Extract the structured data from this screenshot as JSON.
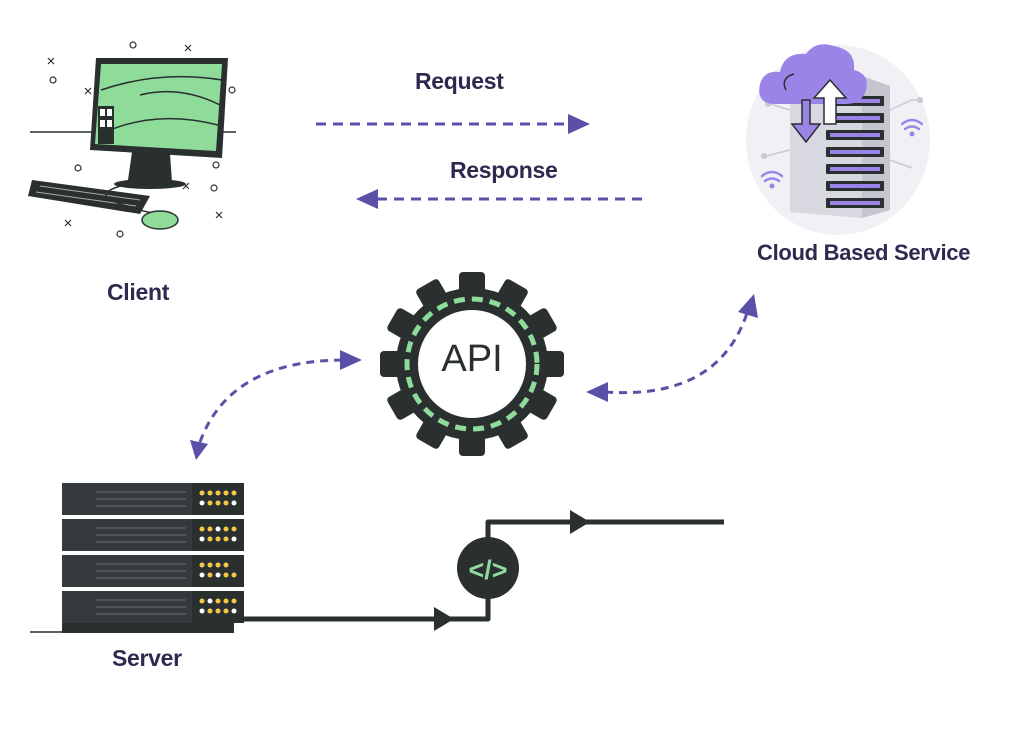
{
  "labels": {
    "request": "Request",
    "response": "Response",
    "client": "Client",
    "cloud_service": "Cloud Based Service",
    "server": "Server",
    "api": "API",
    "code_symbol": "</>"
  },
  "icons": {
    "client": "desktop-computer-icon",
    "cloud_service": "cloud-server-icon",
    "api": "gear-icon",
    "server": "server-rack-icon",
    "code": "code-icon"
  },
  "colors": {
    "dark": "#2a2f30",
    "text": "#2e2a4f",
    "arrow_purple": "#5b50a8",
    "screen_green": "#8fdc9a",
    "api_dashes": "#8fdc9a",
    "cloud_purple": "#9b84e8",
    "server_led": "#f3c744"
  }
}
